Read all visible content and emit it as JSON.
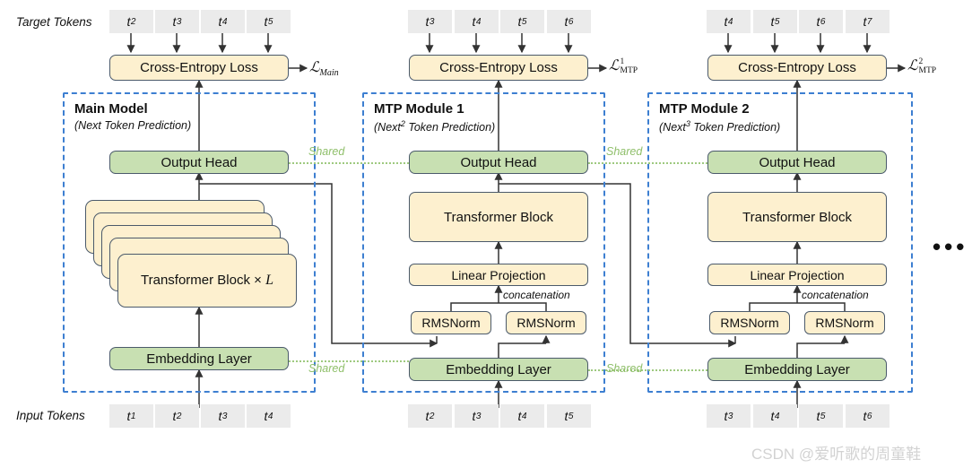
{
  "labels": {
    "target_tokens": "Target Tokens",
    "input_tokens": "Input Tokens",
    "shared": "Shared",
    "concatenation": "concatenation",
    "ellipsis": "•••",
    "watermark": "CSDN @爱听歌的周童鞋"
  },
  "colors": {
    "yellow_fill": "#fdf0cf",
    "green_fill": "#c8e0b2",
    "box_stroke": "#4b5a6b",
    "module_dash": "#3d7fd1",
    "token_chip": "#ebebeb",
    "shared_green": "#8fbf6a",
    "wire": "#333333"
  },
  "columns": [
    {
      "id": "main-model",
      "title": "Main Model",
      "subtitle_pre": "(Next",
      "subtitle_sup": "",
      "subtitle_post": " Token Prediction)",
      "loss": {
        "symbol": "ℒ",
        "sub": "Main",
        "sup": ""
      },
      "loss_label": "ℒMain",
      "target_tokens": [
        "t2",
        "t3",
        "t4",
        "t5"
      ],
      "input_tokens": [
        "t1",
        "t2",
        "t3",
        "t4"
      ],
      "ce_loss": "Cross-Entropy Loss",
      "output_head": "Output Head",
      "embedding": "Embedding Layer",
      "blocks": [
        "Transformer Block × L"
      ],
      "has_stack": true,
      "stack_count": 5,
      "rmsnorm": [],
      "linear_projection": "",
      "transformer_block": ""
    },
    {
      "id": "mtp-module-1",
      "title": "MTP Module 1",
      "subtitle_pre": "(Next",
      "subtitle_sup": "2",
      "subtitle_post": " Token Prediction)",
      "loss": {
        "symbol": "ℒ",
        "sub": "MTP",
        "sup": "1"
      },
      "loss_label": "ℒMTP1",
      "target_tokens": [
        "t3",
        "t4",
        "t5",
        "t6"
      ],
      "input_tokens": [
        "t2",
        "t3",
        "t4",
        "t5"
      ],
      "ce_loss": "Cross-Entropy Loss",
      "output_head": "Output Head",
      "embedding": "Embedding Layer",
      "blocks": [],
      "has_stack": false,
      "stack_count": 0,
      "rmsnorm": [
        "RMSNorm",
        "RMSNorm"
      ],
      "linear_projection": "Linear Projection",
      "transformer_block": "Transformer Block"
    },
    {
      "id": "mtp-module-2",
      "title": "MTP Module 2",
      "subtitle_pre": "(Next",
      "subtitle_sup": "3",
      "subtitle_post": " Token Prediction)",
      "loss": {
        "symbol": "ℒ",
        "sub": "MTP",
        "sup": "2"
      },
      "loss_label": "ℒMTP2",
      "target_tokens": [
        "t4",
        "t5",
        "t6",
        "t7"
      ],
      "input_tokens": [
        "t3",
        "t4",
        "t5",
        "t6"
      ],
      "ce_loss": "Cross-Entropy Loss",
      "output_head": "Output Head",
      "embedding": "Embedding Layer",
      "blocks": [],
      "has_stack": false,
      "stack_count": 0,
      "rmsnorm": [
        "RMSNorm",
        "RMSNorm"
      ],
      "linear_projection": "Linear Projection",
      "transformer_block": "Transformer Block"
    }
  ],
  "shared_links": [
    {
      "id": "shared-output-head-1",
      "label": "Shared"
    },
    {
      "id": "shared-output-head-2",
      "label": "Shared"
    },
    {
      "id": "shared-embedding-1",
      "label": "Shared"
    },
    {
      "id": "shared-embedding-2",
      "label": "Shared"
    }
  ]
}
